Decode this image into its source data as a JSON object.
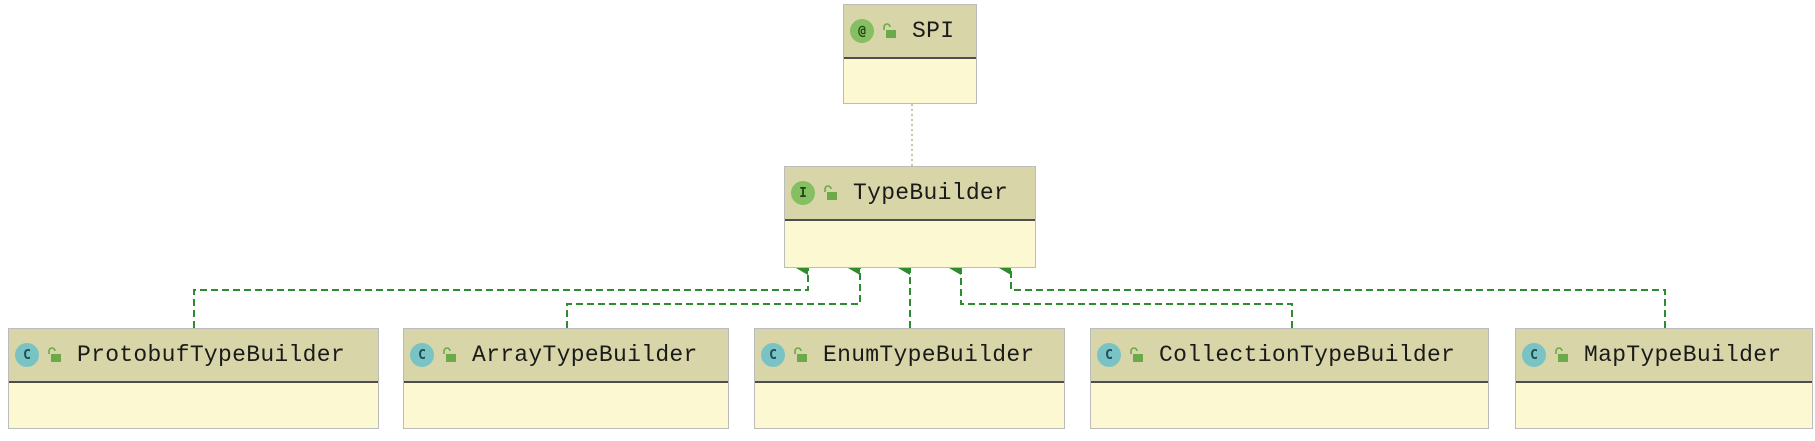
{
  "diagram": {
    "nodes": {
      "spi": {
        "label": "SPI",
        "badge": "@"
      },
      "type_builder": {
        "label": "TypeBuilder",
        "badge": "I"
      },
      "protobuf": {
        "label": "ProtobufTypeBuilder",
        "badge": "C"
      },
      "array": {
        "label": "ArrayTypeBuilder",
        "badge": "C"
      },
      "enum": {
        "label": "EnumTypeBuilder",
        "badge": "C"
      },
      "collection": {
        "label": "CollectionTypeBuilder",
        "badge": "C"
      },
      "map": {
        "label": "MapTypeBuilder",
        "badge": "C"
      }
    },
    "colors": {
      "header": "#d8d6a9",
      "body": "#fcf9d2",
      "realization_arrow": "#2e8b2e",
      "annotation_link": "#b8b48a",
      "class_badge": "#7ac3c5",
      "interface_badge": "#85bf62"
    }
  }
}
